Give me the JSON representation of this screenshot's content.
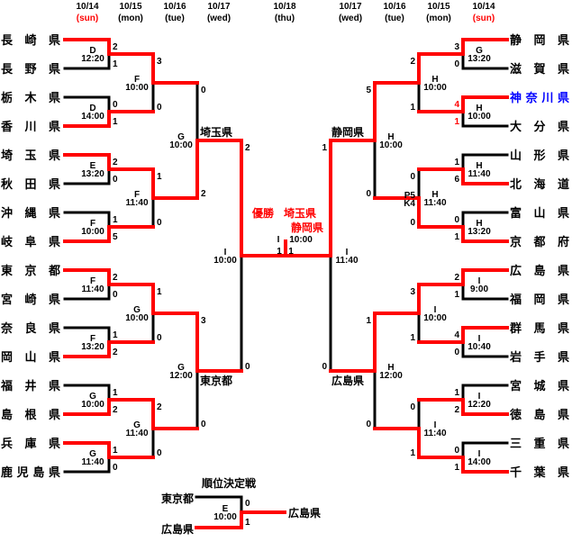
{
  "colors": {
    "win": "#ff0000",
    "line": "#000000",
    "holiday": "#ff0000",
    "highlight": "#0000ff"
  },
  "dates": {
    "left": [
      {
        "date": "10/14",
        "day": "(sun)",
        "holiday": true
      },
      {
        "date": "10/15",
        "day": "(mon)"
      },
      {
        "date": "10/16",
        "day": "(tue)"
      },
      {
        "date": "10/17",
        "day": "(wed)"
      }
    ],
    "center": {
      "date": "10/18",
      "day": "(thu)"
    },
    "right": [
      {
        "date": "10/17",
        "day": "(wed)"
      },
      {
        "date": "10/16",
        "day": "(tue)"
      },
      {
        "date": "10/15",
        "day": "(mon)"
      },
      {
        "date": "10/14",
        "day": "(sun)",
        "holiday": true
      }
    ]
  },
  "left": {
    "teams": [
      {
        "name": "長崎県"
      },
      {
        "name": "長野県"
      },
      {
        "name": "栃木県"
      },
      {
        "name": "香川県"
      },
      {
        "name": "埼玉県"
      },
      {
        "name": "秋田県"
      },
      {
        "name": "沖縄県"
      },
      {
        "name": "岐阜県"
      },
      {
        "name": "東京都"
      },
      {
        "name": "宮崎県"
      },
      {
        "name": "奈良県"
      },
      {
        "name": "岡山県"
      },
      {
        "name": "福井県"
      },
      {
        "name": "島根県"
      },
      {
        "name": "兵庫県"
      },
      {
        "name": "鹿児島県"
      }
    ],
    "rounds": [
      [
        {
          "venue": "D",
          "time": "12:20",
          "scores": [
            "2",
            "1"
          ],
          "winner": 0
        },
        {
          "venue": "D",
          "time": "14:00",
          "scores": [
            "0",
            "1"
          ],
          "winner": 1
        },
        {
          "venue": "E",
          "time": "13:20",
          "scores": [
            "2",
            "0"
          ],
          "winner": 0
        },
        {
          "venue": "F",
          "time": "10:00",
          "scores": [
            "1",
            "5"
          ],
          "winner": 1
        },
        {
          "venue": "F",
          "time": "11:40",
          "scores": [
            "2",
            "0"
          ],
          "winner": 0
        },
        {
          "venue": "F",
          "time": "13:20",
          "scores": [
            "1",
            "2"
          ],
          "winner": 1
        },
        {
          "venue": "G",
          "time": "10:00",
          "scores": [
            "1",
            "2"
          ],
          "winner": 1
        },
        {
          "venue": "G",
          "time": "11:40",
          "scores": [
            "1",
            "0"
          ],
          "winner": 0
        }
      ],
      [
        {
          "venue": "F",
          "time": "10:00",
          "scores": [
            "3",
            "0"
          ],
          "winner": 0
        },
        {
          "venue": "F",
          "time": "11:40",
          "scores": [
            "1",
            "0"
          ],
          "winner": 0
        },
        {
          "venue": "G",
          "time": "10:00",
          "scores": [
            "1",
            "0"
          ],
          "winner": 0
        },
        {
          "venue": "G",
          "time": "11:40",
          "scores": [
            "2",
            "0"
          ],
          "winner": 0
        }
      ],
      [
        {
          "venue": "G",
          "time": "10:00",
          "scores": [
            "0",
            "2"
          ],
          "winner": 1
        },
        {
          "venue": "G",
          "time": "12:00",
          "scores": [
            "3",
            "0"
          ],
          "winner": 0
        }
      ],
      [
        {
          "venue": "I",
          "time": "10:00",
          "scores": [
            "2",
            "0"
          ],
          "winner": 0,
          "labels": [
            "埼玉県",
            "東京都"
          ]
        }
      ]
    ]
  },
  "right": {
    "teams": [
      {
        "name": "静岡県"
      },
      {
        "name": "滋賀県"
      },
      {
        "name": "神奈川県",
        "color": "#0000ff"
      },
      {
        "name": "大分県"
      },
      {
        "name": "山形県"
      },
      {
        "name": "北海道"
      },
      {
        "name": "富山県"
      },
      {
        "name": "京都府"
      },
      {
        "name": "広島県"
      },
      {
        "name": "福岡県"
      },
      {
        "name": "群馬県"
      },
      {
        "name": "岩手県"
      },
      {
        "name": "宮城県"
      },
      {
        "name": "徳島県"
      },
      {
        "name": "三重県"
      },
      {
        "name": "千葉県"
      }
    ],
    "rounds": [
      [
        {
          "venue": "G",
          "time": "13:20",
          "scores": [
            "3",
            "0"
          ],
          "winner": 0
        },
        {
          "venue": "H",
          "time": "10:00",
          "scores": [
            "4",
            "1"
          ],
          "winner": 0,
          "score_color": "#ff0000"
        },
        {
          "venue": "H",
          "time": "11:40",
          "scores": [
            "1",
            "6"
          ],
          "winner": 1
        },
        {
          "venue": "H",
          "time": "13:20",
          "scores": [
            "0",
            "1"
          ],
          "winner": 1
        },
        {
          "venue": "I",
          "time": "9:00",
          "scores": [
            "2",
            "1"
          ],
          "winner": 0
        },
        {
          "venue": "I",
          "time": "10:40",
          "scores": [
            "4",
            "0"
          ],
          "winner": 0
        },
        {
          "venue": "I",
          "time": "12:20",
          "scores": [
            "1",
            "2"
          ],
          "winner": 1
        },
        {
          "venue": "I",
          "time": "14:00",
          "scores": [
            "0",
            "1"
          ],
          "winner": 1
        }
      ],
      [
        {
          "venue": "H",
          "time": "10:00",
          "scores": [
            "2",
            "1"
          ],
          "winner": 0
        },
        {
          "venue": "H",
          "time": "11:40",
          "scores": [
            "0",
            "0"
          ],
          "winner": 1,
          "pk": [
            "P5",
            "K4"
          ]
        },
        {
          "venue": "I",
          "time": "10:00",
          "scores": [
            "3",
            "1"
          ],
          "winner": 0
        },
        {
          "venue": "I",
          "time": "11:40",
          "scores": [
            "0",
            "1"
          ],
          "winner": 1
        }
      ],
      [
        {
          "venue": "H",
          "time": "10:00",
          "scores": [
            "5",
            "0"
          ],
          "winner": 0
        },
        {
          "venue": "H",
          "time": "12:00",
          "scores": [
            "1",
            "0"
          ],
          "winner": 0
        }
      ],
      [
        {
          "venue": "I",
          "time": "11:40",
          "scores": [
            "1",
            "0"
          ],
          "winner": 0,
          "labels": [
            "静岡県",
            "広島県"
          ]
        }
      ]
    ]
  },
  "final": {
    "venue": "I",
    "time": "10:00",
    "scores": [
      "1",
      "1"
    ],
    "title": "優勝",
    "champions": [
      "埼玉県",
      "静岡県"
    ]
  },
  "third_place": {
    "title": "順位決定戦",
    "teams": [
      "東京都",
      "広島県"
    ],
    "venue": "E",
    "time": "10:00",
    "scores": [
      "0",
      "1"
    ],
    "winner": 1,
    "winner_label": "広島県"
  }
}
